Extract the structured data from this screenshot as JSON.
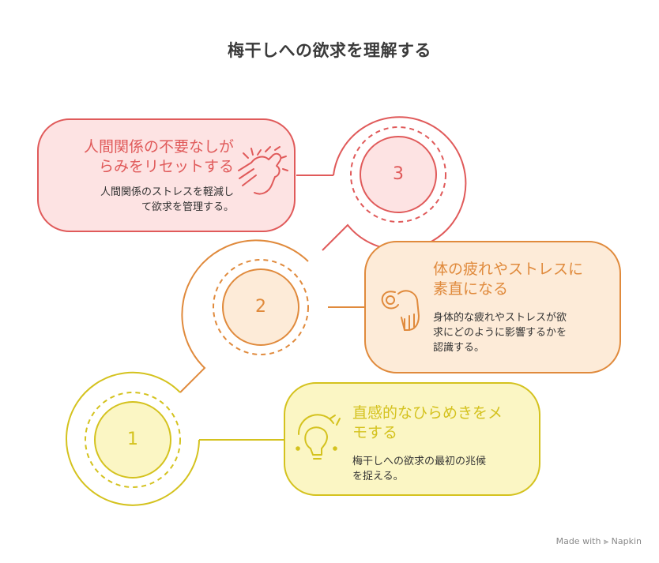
{
  "title": "梅干しへの欲求を理解する",
  "steps": [
    {
      "number": "3",
      "title": "人間関係の不要なしがらみをリセットする",
      "title_lines": [
        "人間関係の不要なしが",
        "らみをリセットする"
      ],
      "desc_lines": [
        "人間関係のストレスを軽減し",
        "て欲求を管理する。"
      ],
      "icon": "clapping-hands-icon",
      "color": "#e05a5a",
      "fill": "#fde3e3"
    },
    {
      "number": "2",
      "title": "体の疲れやストレスに素直になる",
      "title_lines": [
        "体の疲れやストレスに",
        "素直になる"
      ],
      "desc_lines": [
        "身体的な疲れやストレスが欲",
        "求にどのように影響するかを",
        "認識する。"
      ],
      "icon": "ok-hand-icon",
      "color": "#e08a3c",
      "fill": "#fdebd8"
    },
    {
      "number": "1",
      "title": "直感的なひらめきをメモする",
      "title_lines": [
        "直感的なひらめきをメ",
        "モする"
      ],
      "desc_lines": [
        "梅干しへの欲求の最初の兆候",
        "を捉える。"
      ],
      "icon": "lightbulb-icon",
      "color": "#d4c21e",
      "fill": "#fbf6c4"
    }
  ],
  "credit": {
    "prefix": "Made with",
    "brand": "Napkin"
  }
}
